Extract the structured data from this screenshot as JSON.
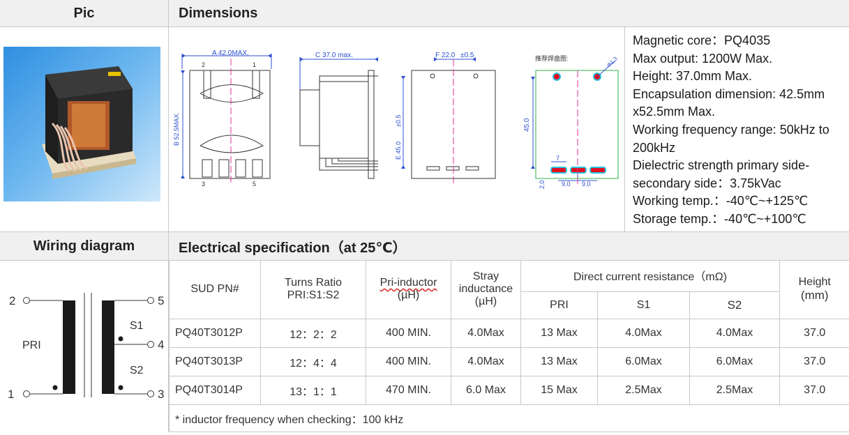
{
  "headers": {
    "pic": "Pic",
    "dimensions": "Dimensions",
    "wiring": "Wiring diagram",
    "electrical": "Electrical specification（at 25℃）"
  },
  "drawing": {
    "v1_width": "A 42.0MAX.",
    "v1_height": "B 52.5MAX.",
    "v1_pin_2": "2",
    "v1_pin_1": "1",
    "v1_pin_3": "3",
    "v1_pin_5": "5",
    "v2_depth": "C 37.0 max.",
    "v3_pitch_f": "F 22.0",
    "v3_f_tol": "±0.5",
    "v3_pitch_e": "E 45.0",
    "v3_e_tol": "±0.5",
    "v4_title": "推荐焊盘图:",
    "v4_hole": "1.3",
    "v4_hole_prefix": "Φ",
    "v4_span": "45.0",
    "v4_pad_w": "7",
    "v4_gap": "2.0",
    "v4_pitch_1": "9.0",
    "v4_pitch_2": "9.0"
  },
  "specs": [
    "Magnetic core：PQ4035",
    "Max output: 1200W Max.",
    "Height: 37.0mm Max.",
    "Encapsulation dimension: 42.5mm",
    "x52.5mm Max.",
    "Working frequency range: 50kHz to",
    "200kHz",
    "Dielectric strength primary side-",
    "secondary side：3.75kVac",
    "Working temp.：-40℃~+125℃",
    "Storage temp.：-40℃~+100℃"
  ],
  "wiring": {
    "pin2": "2",
    "pin1": "1",
    "pin5": "5",
    "pin4": "4",
    "pin3": "3",
    "pri": "PRI",
    "s1": "S1",
    "s2": "S2"
  },
  "table": {
    "col_pn": "SUD PN#",
    "col_turns_1": "Turns Ratio",
    "col_turns_2": "PRI:S1:S2",
    "col_pri_ind_1": "Pri-inductor",
    "col_pri_ind_2": "(µH)",
    "col_stray_1": "Stray",
    "col_stray_2": "inductance",
    "col_stray_3": "(µH)",
    "col_dcr": "Direct current resistance（mΩ)",
    "col_dcr_pri": "PRI",
    "col_dcr_s1": "S1",
    "col_dcr_s2": "S2",
    "col_height_1": "Height",
    "col_height_2": "(mm)",
    "rows": [
      {
        "pn": "PQ40T3012P",
        "turns": "12：2：2",
        "pri_ind": "400 MIN.",
        "stray": "4.0Max",
        "dcr_pri": "13 Max",
        "dcr_s1": "4.0Max",
        "dcr_s2": "4.0Max",
        "height": "37.0"
      },
      {
        "pn": "PQ40T3013P",
        "turns": "12：4：4",
        "pri_ind": "400 MIN.",
        "stray": "4.0Max",
        "dcr_pri": "13 Max",
        "dcr_s1": "6.0Max",
        "dcr_s2": "6.0Max",
        "height": "37.0"
      },
      {
        "pn": "PQ40T3014P",
        "turns": "13：1：1",
        "pri_ind": "470 MIN.",
        "stray": "6.0 Max",
        "dcr_pri": "15 Max",
        "dcr_s1": "2.5Max",
        "dcr_s2": "2.5Max",
        "height": "37.0"
      }
    ],
    "footnote": "* inductor frequency when checking：100 kHz"
  }
}
